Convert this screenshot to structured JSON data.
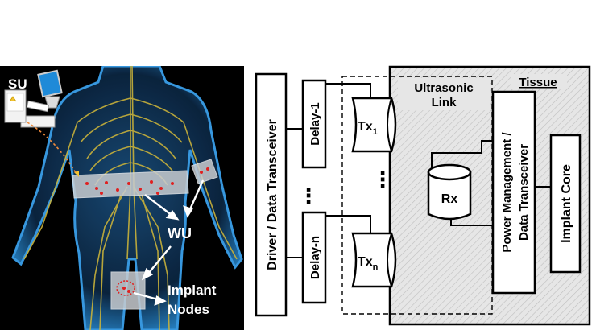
{
  "illustration": {
    "su_label": "SU",
    "wu_label": "WU",
    "implant_label_line1": "Implant",
    "implant_label_line2": "Nodes"
  },
  "diagram": {
    "driver_label": "Driver / Data Transceiver",
    "delay_1_label": "Delay-1",
    "delay_n_label": "Delay-n",
    "tx_1": {
      "base": "Tx",
      "sub": "1"
    },
    "tx_n": {
      "base": "Tx",
      "sub": "n"
    },
    "ellipsis": "⋮",
    "ultrasonic_link_line1": "Ultrasonic",
    "ultrasonic_link_line2": "Link",
    "tissue_label": "Tissue",
    "rx_label": "Rx",
    "power_mgmt_line1": "Power Management /",
    "power_mgmt_line2": "Data Transceiver",
    "implant_core_label": "Implant Core"
  },
  "colors": {
    "photo_background": "#000000",
    "body_glow": "#2a8fd8",
    "nerve": "#c9b23a",
    "node_dot": "#e02020",
    "wearable_band": "#c8ccd0",
    "tissue_fill": "#e6e6e6",
    "hatch_line": "#bfbfbf",
    "line": "#000000"
  }
}
